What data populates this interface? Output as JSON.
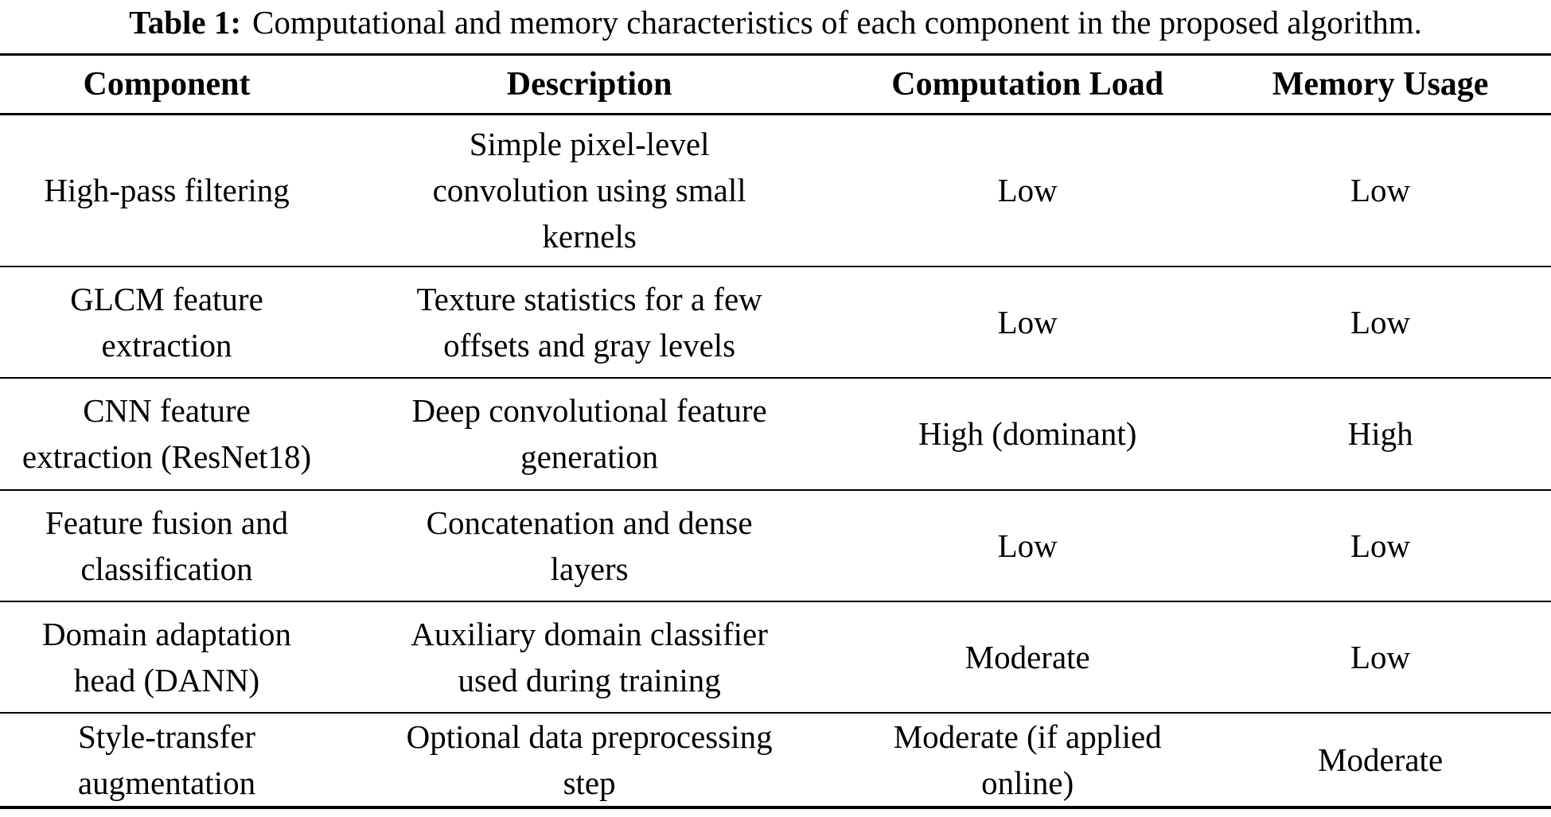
{
  "caption": {
    "label": "Table 1:",
    "text": "Computational and memory characteristics of each component in the proposed algorithm."
  },
  "table": {
    "headers": [
      "Component",
      "Description",
      "Computation Load",
      "Memory Usage"
    ],
    "rows": [
      {
        "component": "High-pass filtering",
        "description": "Simple pixel-level\nconvolution using small\nkernels",
        "computation_load": "Low",
        "memory_usage": "Low"
      },
      {
        "component": "GLCM feature\nextraction",
        "description": "Texture statistics for a few\noffsets and gray levels",
        "computation_load": "Low",
        "memory_usage": "Low"
      },
      {
        "component": "CNN feature\nextraction (ResNet18)",
        "description": "Deep convolutional feature\ngeneration",
        "computation_load": "High (dominant)",
        "memory_usage": "High"
      },
      {
        "component": "Feature fusion and\nclassification",
        "description": "Concatenation and dense\nlayers",
        "computation_load": "Low",
        "memory_usage": "Low"
      },
      {
        "component": "Domain adaptation\nhead (DANN)",
        "description": "Auxiliary domain classifier\nused during training",
        "computation_load": "Moderate",
        "memory_usage": "Low"
      },
      {
        "component": "Style-transfer\naugmentation",
        "description": "Optional data preprocessing\nstep",
        "computation_load": "Moderate (if applied\nonline)",
        "memory_usage": "Moderate"
      }
    ]
  },
  "colors": {
    "text": "#000000",
    "background": "#ffffff",
    "rule": "#000000"
  }
}
